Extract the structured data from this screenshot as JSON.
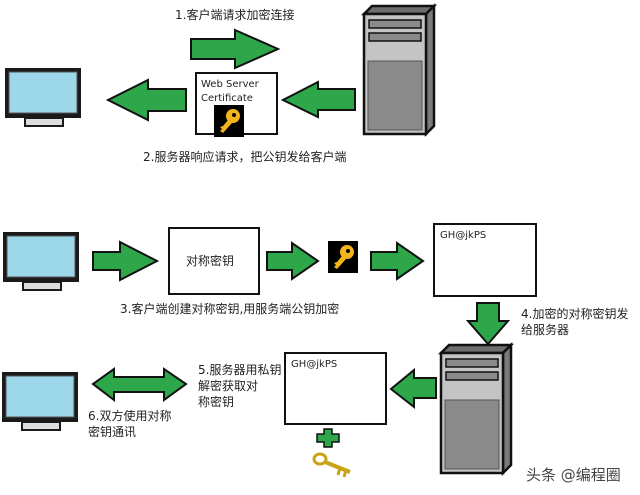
{
  "title": "HTTPS encryption handshake flow",
  "colors": {
    "arrow_green": "#2ea64a",
    "outline": "#111111",
    "screen_blue": "#9dd8ea",
    "server_gray": "#8a8a8a",
    "server_light": "#c4c4c4",
    "key_gold": "#f2b51c",
    "key_bg": "#000000"
  },
  "steps": {
    "step1": "1.客户端请求加密连接",
    "step2": "2.服务器响应请求，把公钥发给客户端",
    "step3": "3.客户端创建对称密钥,用服务端公钥加密",
    "step4_line1": "4.加密的对称密钥发",
    "step4_line2": "给服务器",
    "step5_line1": "5.服务器用私钥",
    "step5_line2": "解密获取对",
    "step5_line3": "称密钥",
    "step6_line1": "6.双方使用对称",
    "step6_line2": "密钥通讯"
  },
  "boxes": {
    "certificate_line1": "Web Server",
    "certificate_line2": "Certificate",
    "symmetric_key": "对称密钥",
    "encrypted_text_1": "GH@jkPS",
    "encrypted_text_2": "GH@jkPS"
  },
  "watermark": "头条 @编程圈"
}
